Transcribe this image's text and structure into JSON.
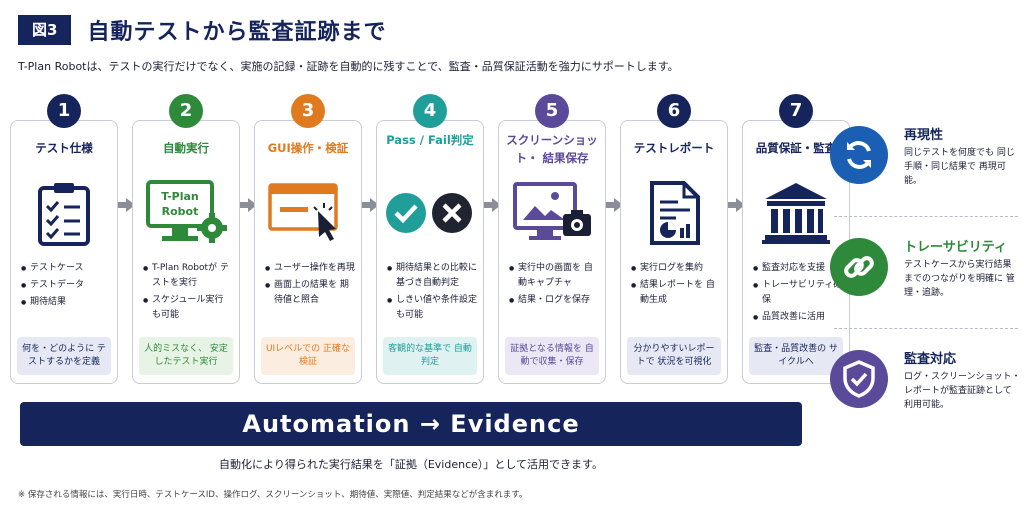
{
  "header": {
    "badge": "図3",
    "title": "自動テストから監査証跡まで"
  },
  "subtitle": "T-Plan Robotは、テストの実行だけでなく、実施の記録・証跡を自動的に残すことで、監査・品質保証活動を強力にサポートします。",
  "colors": {
    "navy": "#16245c",
    "green": "#2e8a3a",
    "orange": "#e07a1f",
    "teal": "#1f9e9a",
    "purple": "#5b4a9a",
    "gray_arrow": "#8a8e99"
  },
  "steps": [
    {
      "num": "1",
      "title": "テスト仕様",
      "icon": "clipboard-checklist-icon",
      "color": "#16245c",
      "bullets": [
        "テストケース",
        "テストデータ",
        "期待結果"
      ],
      "note": "何を・どのように テストするかを定義",
      "note_bg": "#e6e9f3"
    },
    {
      "num": "2",
      "title": "自動実行",
      "icon": "monitor-gear-icon",
      "color": "#2e8a3a",
      "icon_text_1": "T-Plan",
      "icon_text_2": "Robot",
      "bullets": [
        "T-Plan Robotが テストを実行",
        "スケジュール実行 も可能"
      ],
      "note": "人的ミスなく、 安定したテスト実行",
      "note_bg": "#e7f3e5"
    },
    {
      "num": "3",
      "title": "GUI操作・検証",
      "icon": "window-cursor-icon",
      "color": "#e07a1f",
      "bullets": [
        "ユーザー操作を再現",
        "画面上の結果を 期待値と照合"
      ],
      "note": "UIレベルでの 正確な検証",
      "note_bg": "#fbeee0"
    },
    {
      "num": "4",
      "title": "Pass / Fail判定",
      "icon": "pass-fail-icon",
      "color": "#1f9e9a",
      "bullets": [
        "期待結果との比較に 基づき自動判定",
        "しきい値や条件設定 も可能"
      ],
      "note": "客観的な基準で 自動判定",
      "note_bg": "#dff2f1"
    },
    {
      "num": "5",
      "title": "スクリーンショット・ 結果保存",
      "icon": "screenshot-camera-icon",
      "color": "#5b4a9a",
      "bullets": [
        "実行中の画面を 自動キャプチャ",
        "結果・ログを保存"
      ],
      "note": "証拠となる情報を 自動で収集・保存",
      "note_bg": "#ebe7f4"
    },
    {
      "num": "6",
      "title": "テストレポート",
      "icon": "report-document-icon",
      "color": "#16245c",
      "bullets": [
        "実行ログを集約",
        "結果レポートを 自動生成"
      ],
      "note": "分かりやすいレポートで 状況を可視化",
      "note_bg": "#e6e9f3"
    },
    {
      "num": "7",
      "title": "品質保証・監査",
      "icon": "institution-building-icon",
      "color": "#16245c",
      "bullets": [
        "監査対応を支援",
        "トレーサビリティ確保",
        "品質改善に活用"
      ],
      "note": "監査・品質改善の サイクルへ",
      "note_bg": "#e6e9f3"
    }
  ],
  "features": [
    {
      "title": "再現性",
      "icon": "refresh-cycle-icon",
      "color": "#1a5fb4",
      "title_color": "#16245c",
      "desc": "同じテストを何度でも 同じ手順・同じ結果で 再現可能。"
    },
    {
      "title": "トレーサビリティ",
      "icon": "chain-link-icon",
      "color": "#2e8a3a",
      "title_color": "#2e8a3a",
      "desc": "テストケースから実行結果 までのつながりを明確に 管理・追跡。"
    },
    {
      "title": "監査対応",
      "icon": "shield-check-icon",
      "color": "#5b4a9a",
      "title_color": "#16245c",
      "desc": "ログ・スクリーンショット・ レポートが監査証跡として 利用可能。"
    }
  ],
  "banner": {
    "text": "Automation → Evidence",
    "sub": "自動化により得られた実行結果を「証拠（Evidence）」として活用できます。"
  },
  "footnote": "※ 保存される情報には、実行日時、テストケースID、操作ログ、スクリーンショット、期待値、実際値、判定結果などが含まれます。"
}
